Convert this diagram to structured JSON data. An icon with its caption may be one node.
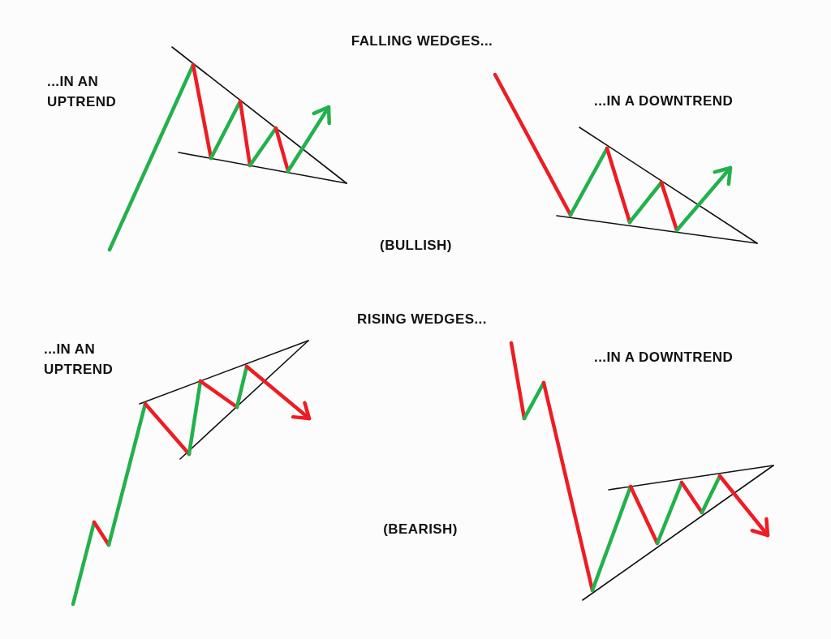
{
  "diagram": {
    "labels": [
      "FALLING WEDGES...",
      "...IN AN UPTREND",
      "...IN A DOWNTREND",
      "(BULLISH)",
      "RISING WEDGES...",
      "...IN AN UPTREND",
      "...IN A DOWNTREND",
      "(BEARISH)"
    ]
  }
}
